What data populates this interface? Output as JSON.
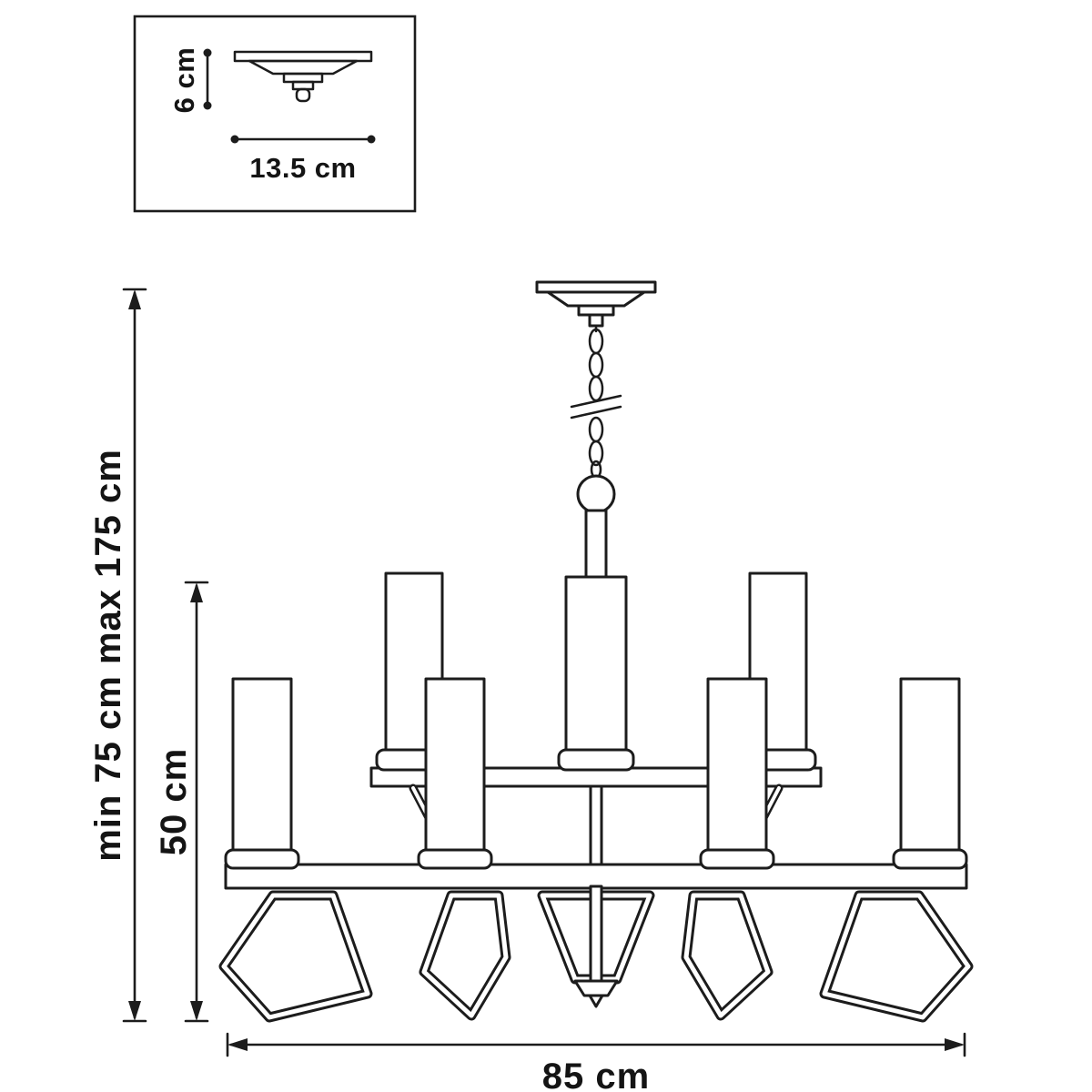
{
  "inset": {
    "height_label": "6 cm",
    "width_label": "13.5 cm"
  },
  "main": {
    "overall_height_label": "min 75 cm max 175 cm",
    "fixture_height_label": "50 cm",
    "fixture_width_label": "85 cm"
  },
  "colors": {
    "line": "#1c1c1c",
    "background": "#ffffff"
  }
}
